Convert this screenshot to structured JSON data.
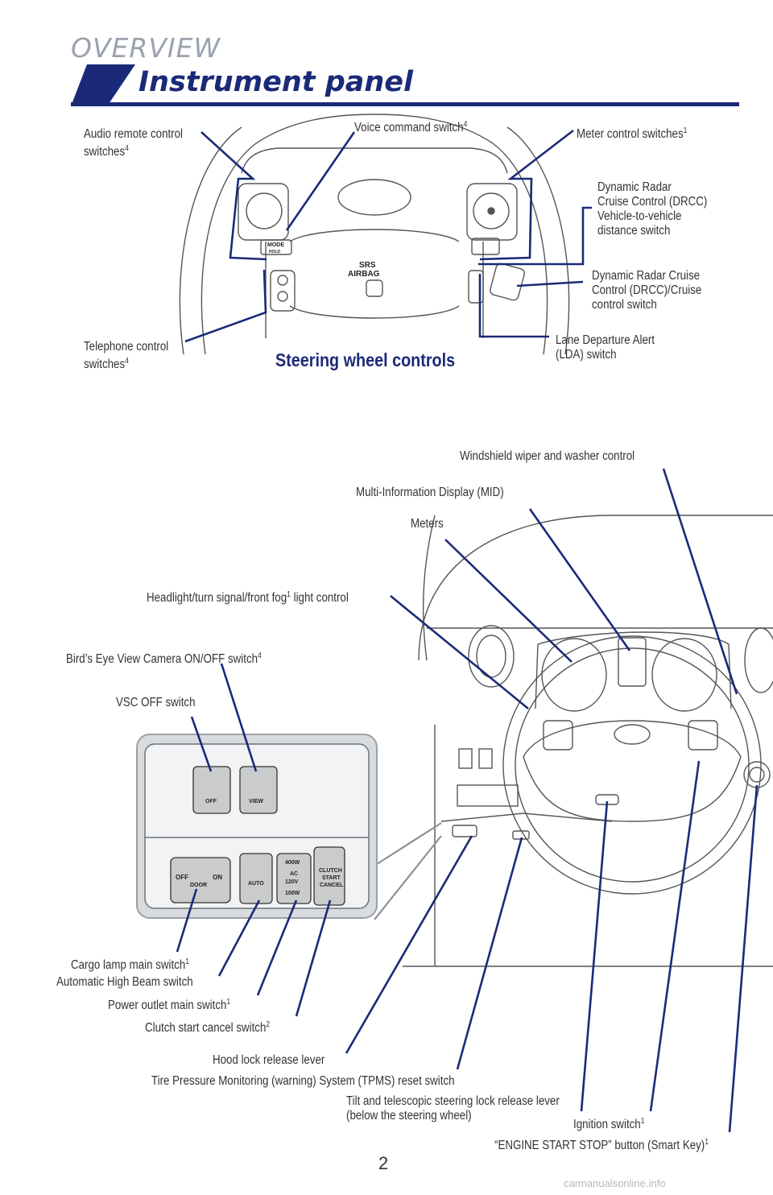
{
  "header": {
    "section": "OVERVIEW",
    "title": "Instrument panel"
  },
  "steering": {
    "subtitle": "Steering wheel controls",
    "airbag_top": "SRS",
    "airbag_bottom": "AIRBAG",
    "mode_button": "MODE",
    "hold_text": "HOLD"
  },
  "labels": {
    "audio_line1": "Audio remote control",
    "audio_line2": "switches",
    "audio_sup": "4",
    "voice": "Voice command switch",
    "voice_sup": "4",
    "meter": "Meter control switches",
    "meter_sup": "1",
    "drcc_vtv_1": "Dynamic Radar",
    "drcc_vtv_2": "Cruise Control (DRCC)",
    "drcc_vtv_3": "Vehicle-to-vehicle",
    "drcc_vtv_4": "distance switch",
    "drcc_1": "Dynamic Radar Cruise",
    "drcc_2": "Control (DRCC)/Cruise",
    "drcc_3": "control switch",
    "lda_1": "Lane Departure Alert",
    "lda_2": "(LDA) switch",
    "phone_1": "Telephone control",
    "phone_2": "switches",
    "phone_sup": "4",
    "wiper": "Windshield wiper and washer control",
    "mid": "Multi-Information Display (MID)",
    "meters": "Meters",
    "headlight_a": "Headlight/turn signal/front fog",
    "headlight_sup": "1",
    "headlight_b": " light control",
    "birds_eye": "Bird’s Eye View Camera ON/OFF switch",
    "birds_eye_sup": "4",
    "vsc": "VSC OFF switch",
    "cargo": "Cargo lamp main switch",
    "cargo_sup": "1",
    "ahb": "Automatic High Beam switch",
    "power": "Power outlet main switch",
    "power_sup": "1",
    "clutch": "Clutch start cancel switch",
    "clutch_sup": "2",
    "hood": "Hood lock release lever",
    "tpms": "Tire Pressure Monitoring (warning) System (TPMS) reset switch",
    "tilt_1": "Tilt and telescopic steering lock release lever",
    "tilt_2": "(below the steering wheel)",
    "ignition": "Ignition switch",
    "ignition_sup": "1",
    "engine": "“ENGINE START STOP” button (Smart Key)",
    "engine_sup": "1"
  },
  "panel_buttons": {
    "vsc_off": "OFF",
    "view": "VIEW",
    "door_off": "OFF",
    "door_on": "ON",
    "door": "DOOR",
    "auto": "AUTO",
    "power_1": "400W",
    "power_2": "AC",
    "power_3": "120V",
    "power_4": "100W",
    "clutch_1": "CLUTCH",
    "clutch_2": "START",
    "clutch_3": "CANCEL"
  },
  "footer": {
    "page": "2",
    "watermark": "carmanualsonline.info"
  },
  "colors": {
    "accent": "#1b2a78",
    "section_gray": "#9aa2ad",
    "leader": "#1b2a78"
  }
}
